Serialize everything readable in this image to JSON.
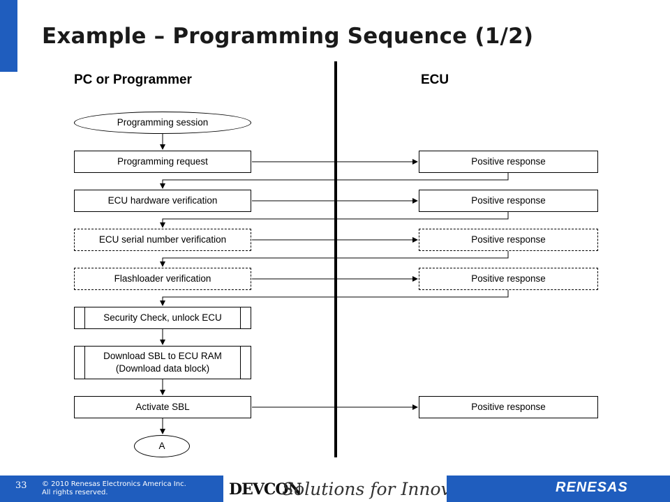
{
  "slide": {
    "title": "Example – Programming Sequence (1/2)",
    "page_number": "33",
    "copyright_line1": "© 2010 Renesas Electronics America Inc.",
    "copyright_line2": "All rights reserved.",
    "devcon": "DEVCON",
    "tagline": "Solutions for Innovation",
    "logo": "RENESAS",
    "accent_color": "#1f5dbe"
  },
  "columns": {
    "left": "PC or Programmer",
    "right": "ECU"
  },
  "diagram": {
    "pc_steps": [
      {
        "id": "programming-session",
        "label": "Programming session",
        "shape": "terminal"
      },
      {
        "id": "programming-request",
        "label": "Programming request",
        "shape": "process"
      },
      {
        "id": "ecu-hardware-verification",
        "label": "ECU hardware verification",
        "shape": "process"
      },
      {
        "id": "ecu-serial-number-verification",
        "label": "ECU serial number verification",
        "shape": "optional"
      },
      {
        "id": "flashloader-verification",
        "label": "Flashloader verification",
        "shape": "optional"
      },
      {
        "id": "security-check",
        "label": "Security Check, unlock ECU",
        "shape": "predefined"
      },
      {
        "id": "download-sbl",
        "label": "Download SBL to ECU RAM",
        "label2": "(Download data block)",
        "shape": "predefined"
      },
      {
        "id": "activate-sbl",
        "label": "Activate SBL",
        "shape": "process"
      },
      {
        "id": "connector-a",
        "label": "A",
        "shape": "connector"
      }
    ],
    "ecu_responses": [
      {
        "id": "response-1",
        "label": "Positive response",
        "shape": "process"
      },
      {
        "id": "response-2",
        "label": "Positive response",
        "shape": "process"
      },
      {
        "id": "response-3",
        "label": "Positive response",
        "shape": "optional"
      },
      {
        "id": "response-4",
        "label": "Positive response",
        "shape": "optional"
      },
      {
        "id": "response-5",
        "label": "Positive response",
        "shape": "process"
      }
    ]
  }
}
